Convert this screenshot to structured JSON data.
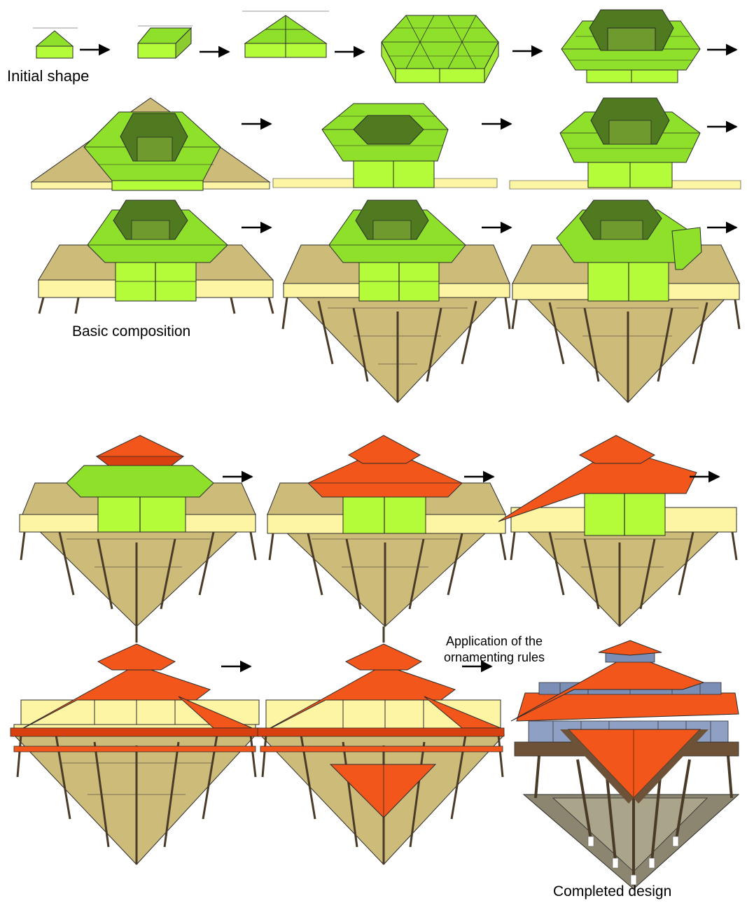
{
  "labels": {
    "initial_shape": "Initial shape",
    "basic_composition": "Basic composition",
    "ornament_line1": "Application of the",
    "ornament_line2": "ornamenting rules",
    "completed_design": "Completed design"
  },
  "colors": {
    "green_top": "#8ee02a",
    "green_side": "#b4fb3a",
    "green_dark": "#4f7a1f",
    "green_inner": "#6f9a2e",
    "sand": "#cdbb7a",
    "cream": "#fdf5a4",
    "roof": "#f2561a",
    "roof_dark": "#d9400f",
    "post": "#4a3b28",
    "glass": "#7b8fb6",
    "stroke": "#2a2a2a",
    "arrow": "#000000"
  },
  "stages": [
    "initial-triangle",
    "triangle-prism",
    "trapezoid-prism",
    "hexagon-platform",
    "hexagon-with-court",
    "court-on-terrace",
    "sunken-court",
    "raised-court",
    "composition-with-stilts",
    "extended-terrace",
    "added-wing",
    "small-roof",
    "hip-roof",
    "extended-roof",
    "double-roof",
    "lower-roof",
    "completed-design"
  ]
}
